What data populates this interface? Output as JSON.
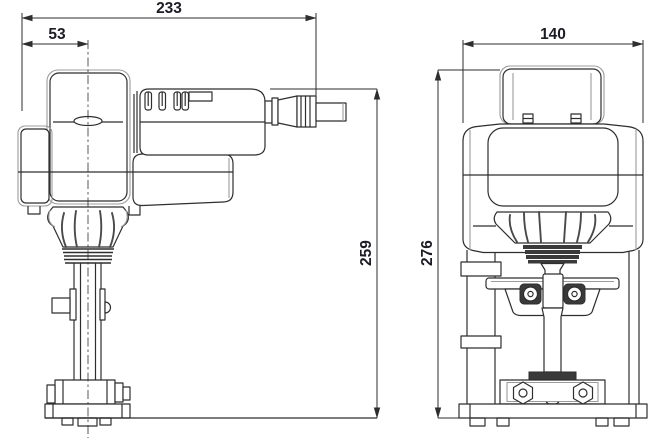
{
  "drawing": {
    "type": "technical-dimension-drawing",
    "subject": "valve actuator with valve, side view and front view",
    "dimensions": {
      "overall_width": "233",
      "stem_center_offset": "53",
      "front_width": "140",
      "height_to_housing_top": "259",
      "overall_height": "276"
    },
    "colors": {
      "line": "#2e2e2e",
      "line_light": "#9c9c9c",
      "spoke": "#4a4a4a",
      "text": "#1c1c26",
      "dark_fill": "#3a3a3a",
      "background": "#ffffff"
    }
  }
}
